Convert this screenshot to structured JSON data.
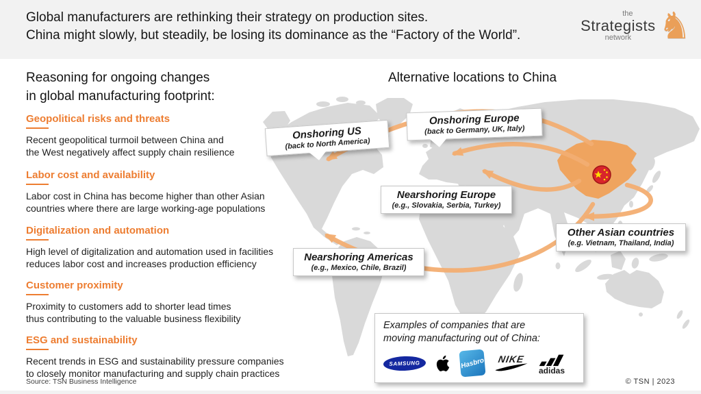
{
  "header": {
    "title_lines": [
      "Global manufacturers are rethinking their strategy on production sites.",
      "China might slowly, but steadily, be losing its dominance as the “Factory of the World”."
    ],
    "logo": {
      "top_word": "the",
      "name": "Strategists",
      "bottom_word": "network",
      "knight_icon": "chess-knight",
      "knight_color": "#EA9F58"
    }
  },
  "left_panel": {
    "heading_lines": [
      "Reasoning for ongoing changes",
      "in global manufacturing footprint:"
    ],
    "accent_color": "#ED7D31",
    "sections": [
      {
        "title": "Geopolitical risks and threats",
        "body_lines": [
          "Recent geopolitical turmoil between China and",
          "the West negatively affect supply chain resilience"
        ]
      },
      {
        "title": "Labor cost and availability",
        "body_lines": [
          "Labor cost in China has become higher than other Asian",
          "countries where there are large working-age populations"
        ]
      },
      {
        "title": "Digitalization and automation",
        "body_lines": [
          "High level of digitalization and automation used in facilities",
          "reduces labor cost and increases production efficiency"
        ]
      },
      {
        "title": "Customer proximity",
        "body_lines": [
          "Proximity to customers add to shorter lead times",
          "thus contributing to the valuable business flexibility"
        ]
      },
      {
        "title": "ESG and sustainability",
        "body_lines": [
          "Recent trends in ESG and sustainability pressure companies",
          "to closely monitor manufacturing and supply chain practices"
        ]
      }
    ],
    "source": "Source: TSN Business Intelligence"
  },
  "map_panel": {
    "heading": "Alternative locations to China",
    "map_color": "#D9D9D9",
    "china_color": "#EFA45F",
    "arrow_color": "#F3AE72",
    "china_flag_icon": "china-flag-badge",
    "flag_colors": {
      "red": "#D8252B",
      "ring": "#A01318",
      "star": "#FFDE00"
    },
    "callouts": [
      {
        "id": "onshoring-us",
        "title": "Onshoring US",
        "subtitle": "(back to North America)"
      },
      {
        "id": "onshoring-europe",
        "title": "Onshoring Europe",
        "subtitle": "(back to Germany, UK, Italy)"
      },
      {
        "id": "nearshoring-europe",
        "title": "Nearshoring Europe",
        "subtitle": "(e.g., Slovakia, Serbia, Turkey)"
      },
      {
        "id": "other-asian-countries",
        "title": "Other Asian countries",
        "subtitle": "(e.g. Vietnam, Thailand, India)"
      },
      {
        "id": "nearshoring-americas",
        "title": "Nearshoring Americas",
        "subtitle": "(e.g., Mexico, Chile, Brazil)"
      }
    ],
    "companies_box": {
      "intro_lines": [
        "Examples of companies that are",
        "moving manufacturing out of China:"
      ],
      "companies": [
        "Samsung",
        "Apple",
        "Hasbro",
        "Nike",
        "adidas"
      ],
      "logos": {
        "samsung_word": "SAMSUNG",
        "hasbro_word": "Hasbro",
        "nike_word": "NIKE",
        "adidas_word": "adidas"
      },
      "logo_colors": {
        "samsung_blue": "#1428A0",
        "hasbro_blue": "#1B75BC",
        "black": "#000000"
      }
    }
  },
  "footer": {
    "copyright": "© TSN  |  2023"
  }
}
